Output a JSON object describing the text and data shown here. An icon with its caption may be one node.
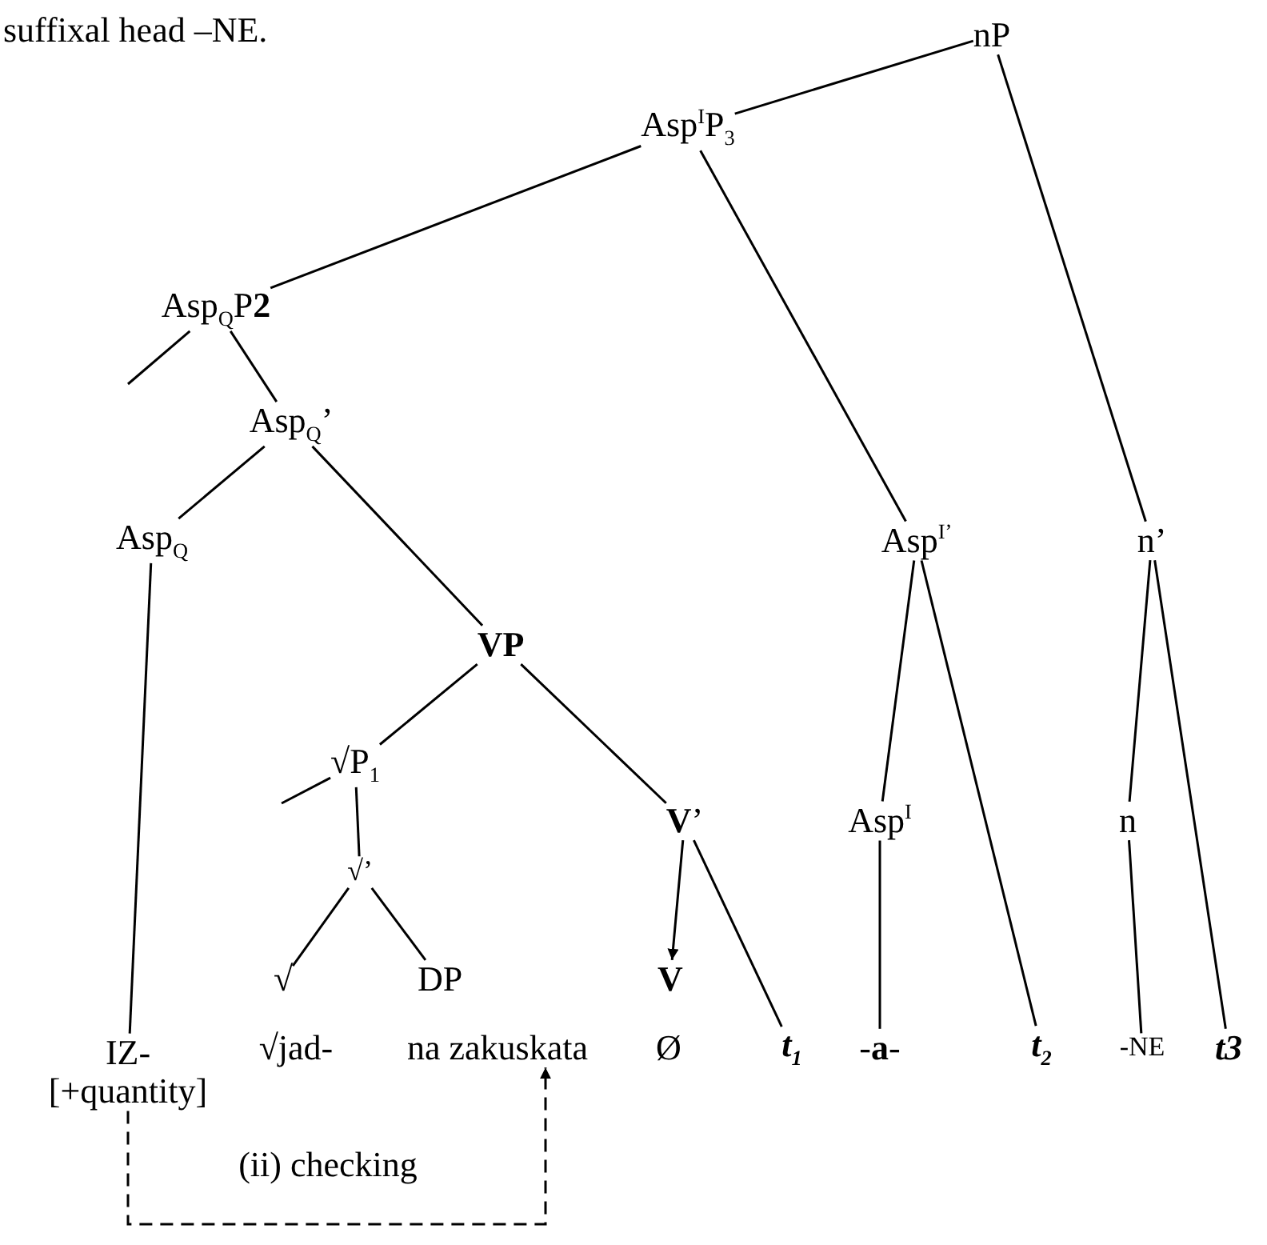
{
  "diagram": {
    "nodes": [
      {
        "text": [
          "nP"
        ]
      },
      {
        "text": [
          "Asp$^{I}$P$_{3}$"
        ]
      },
      {
        "text": [
          "Asp$_{Q}$P**2**"
        ]
      },
      {
        "text": [
          "Asp$_{Q}$’"
        ]
      },
      {
        "text": [
          "Asp$_{Q}$"
        ]
      },
      {
        "text": [
          "VP"
        ]
      },
      {
        "text": [
          "√P$_{1}$"
        ]
      },
      {
        "text": [
          "√’"
        ]
      },
      {
        "text": [
          "√"
        ]
      },
      {
        "text": [
          "DP"
        ]
      },
      {
        "text": [
          "**V**’"
        ]
      },
      {
        "text": [
          "V"
        ]
      },
      {
        "text": [
          "Asp$^{I’}$"
        ]
      },
      {
        "text": [
          "n’"
        ]
      },
      {
        "text": [
          "Asp$^{I}$"
        ]
      },
      {
        "text": [
          "n"
        ]
      },
      {
        "text": [
          "IZ-",
          "[+quantity]"
        ]
      },
      {
        "text": [
          "√jad-"
        ]
      },
      {
        "text": [
          "na zakuskata"
        ]
      },
      {
        "text": [
          "Ø"
        ]
      },
      {
        "text": [
          "t$_{1}$"
        ]
      },
      {
        "text": [
          "-**a**-"
        ]
      },
      {
        "text": [
          "t$_{2}$"
        ]
      },
      {
        "text": [
          "-NE"
        ]
      },
      {
        "text": [
          "t3"
        ]
      }
    ],
    "edges": [
      {
        "from": 0,
        "to": 1,
        "arrow": "none"
      },
      {
        "from": 0,
        "to": 13,
        "arrow": "none"
      },
      {
        "from": 1,
        "to": 2,
        "arrow": "none"
      },
      {
        "from": 1,
        "to": 12,
        "arrow": "none"
      },
      {
        "from": 2,
        "to": null,
        "arrow": "none"
      },
      {
        "from": 2,
        "to": 3,
        "arrow": "none"
      },
      {
        "from": 3,
        "to": 4,
        "arrow": "none"
      },
      {
        "from": 3,
        "to": 5,
        "arrow": "none"
      },
      {
        "from": 4,
        "to": 16,
        "arrow": "none"
      },
      {
        "from": 5,
        "to": 6,
        "arrow": "none"
      },
      {
        "from": 5,
        "to": 10,
        "arrow": "none"
      },
      {
        "from": 6,
        "to": null,
        "arrow": "none"
      },
      {
        "from": 6,
        "to": 7,
        "arrow": "none"
      },
      {
        "from": 7,
        "to": 8,
        "arrow": "none"
      },
      {
        "from": 7,
        "to": 9,
        "arrow": "none"
      },
      {
        "from": 10,
        "to": 11,
        "arrow": "to"
      },
      {
        "from": 10,
        "to": 20,
        "arrow": "none"
      },
      {
        "from": 12,
        "to": 14,
        "arrow": "none"
      },
      {
        "from": 12,
        "to": 22,
        "arrow": "none"
      },
      {
        "from": 14,
        "to": 21,
        "arrow": "none"
      },
      {
        "from": 13,
        "to": 15,
        "arrow": "none"
      },
      {
        "from": 13,
        "to": 24,
        "arrow": "none"
      },
      {
        "from": 15,
        "to": 23,
        "arrow": "none"
      },
      {
        "from": 16,
        "to": 18,
        "label": "(ii) checking",
        "arrow": "to",
        "style": "dashed"
      }
    ],
    "labels": [
      "suffixal head –NE."
    ]
  }
}
